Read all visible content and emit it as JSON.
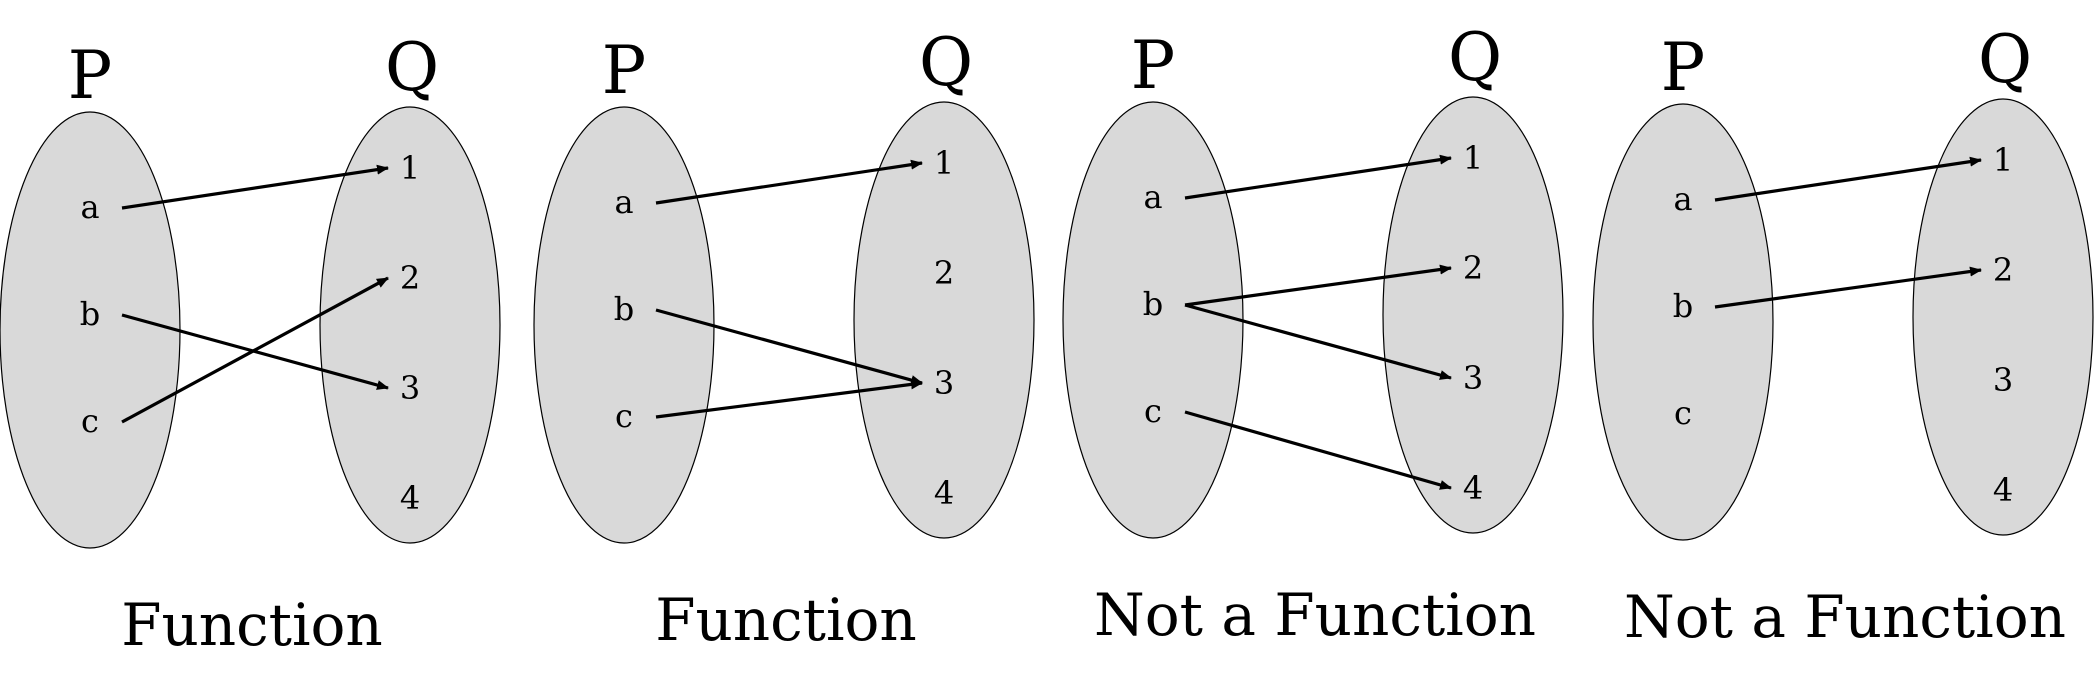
{
  "colors": {
    "set_fill": "#d9d9d9",
    "stroke": "#000000"
  },
  "diagrams": [
    {
      "caption": "Function",
      "domain_label": "P",
      "codomain_label": "Q",
      "domain": [
        "a",
        "b",
        "c"
      ],
      "codomain": [
        "1",
        "2",
        "3",
        "4"
      ],
      "mappings": [
        [
          "a",
          "1"
        ],
        [
          "b",
          "3"
        ],
        [
          "c",
          "2"
        ]
      ]
    },
    {
      "caption": "Function",
      "domain_label": "P",
      "codomain_label": "Q",
      "domain": [
        "a",
        "b",
        "c"
      ],
      "codomain": [
        "1",
        "2",
        "3",
        "4"
      ],
      "mappings": [
        [
          "a",
          "1"
        ],
        [
          "b",
          "3"
        ],
        [
          "c",
          "3"
        ]
      ]
    },
    {
      "caption": "Not a Function",
      "domain_label": "P",
      "codomain_label": "Q",
      "domain": [
        "a",
        "b",
        "c"
      ],
      "codomain": [
        "1",
        "2",
        "3",
        "4"
      ],
      "mappings": [
        [
          "a",
          "1"
        ],
        [
          "b",
          "2"
        ],
        [
          "b",
          "3"
        ],
        [
          "c",
          "4"
        ]
      ]
    },
    {
      "caption": "Not a Function",
      "domain_label": "P",
      "codomain_label": "Q",
      "domain": [
        "a",
        "b",
        "c"
      ],
      "codomain": [
        "1",
        "2",
        "3",
        "4"
      ],
      "mappings": [
        [
          "a",
          "1"
        ],
        [
          "b",
          "2"
        ]
      ]
    }
  ]
}
